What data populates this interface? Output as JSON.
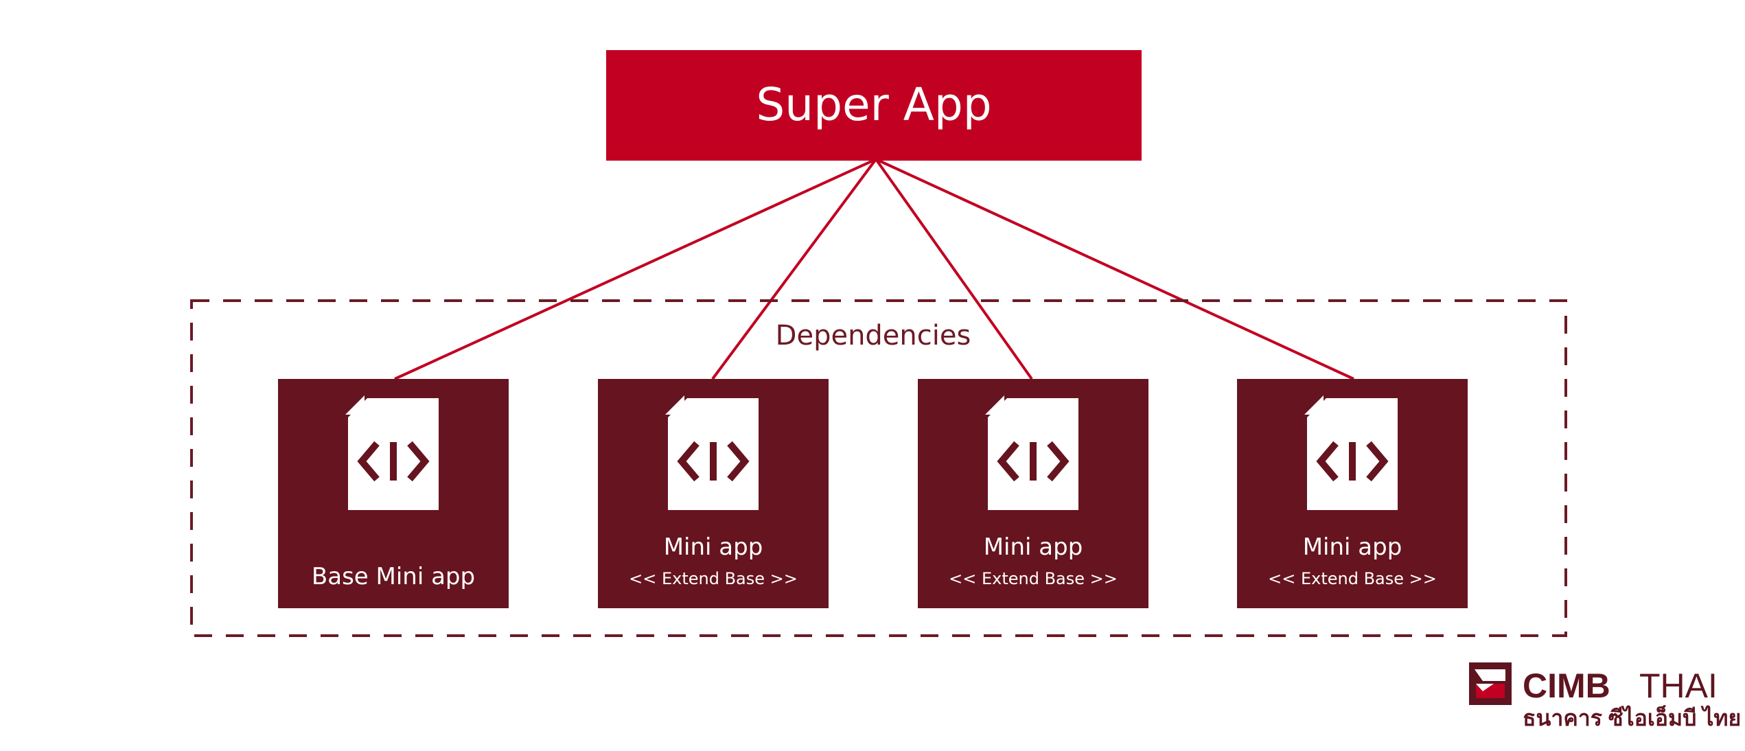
{
  "colors": {
    "super_app": "#c20021",
    "connector": "#c20021",
    "module": "#66141f",
    "dependency_border": "#6b1a24",
    "dependency_label": "#6b1a24",
    "icon_fill": "#ffffff",
    "text_light": "#ffffff",
    "brand_dark": "#5e1520",
    "brand_red": "#c20021"
  },
  "super_app": {
    "label": "Super App"
  },
  "dependencies": {
    "label": "Dependencies"
  },
  "modules": [
    {
      "title": "Base Mini app",
      "subtitle": "",
      "icon": "code-file-icon"
    },
    {
      "title": "Mini app",
      "subtitle": "<< Extend Base >>",
      "icon": "code-file-icon"
    },
    {
      "title": "Mini app",
      "subtitle": "<< Extend Base >>",
      "icon": "code-file-icon"
    },
    {
      "title": "Mini app",
      "subtitle": "<< Extend Base >>",
      "icon": "code-file-icon"
    }
  ],
  "brand": {
    "name_bold": "CIMB",
    "name_light": "THAI",
    "tagline": "ธนาคาร ซีไอเอ็มบี ไทย",
    "icon": "cimb-logo-icon"
  }
}
